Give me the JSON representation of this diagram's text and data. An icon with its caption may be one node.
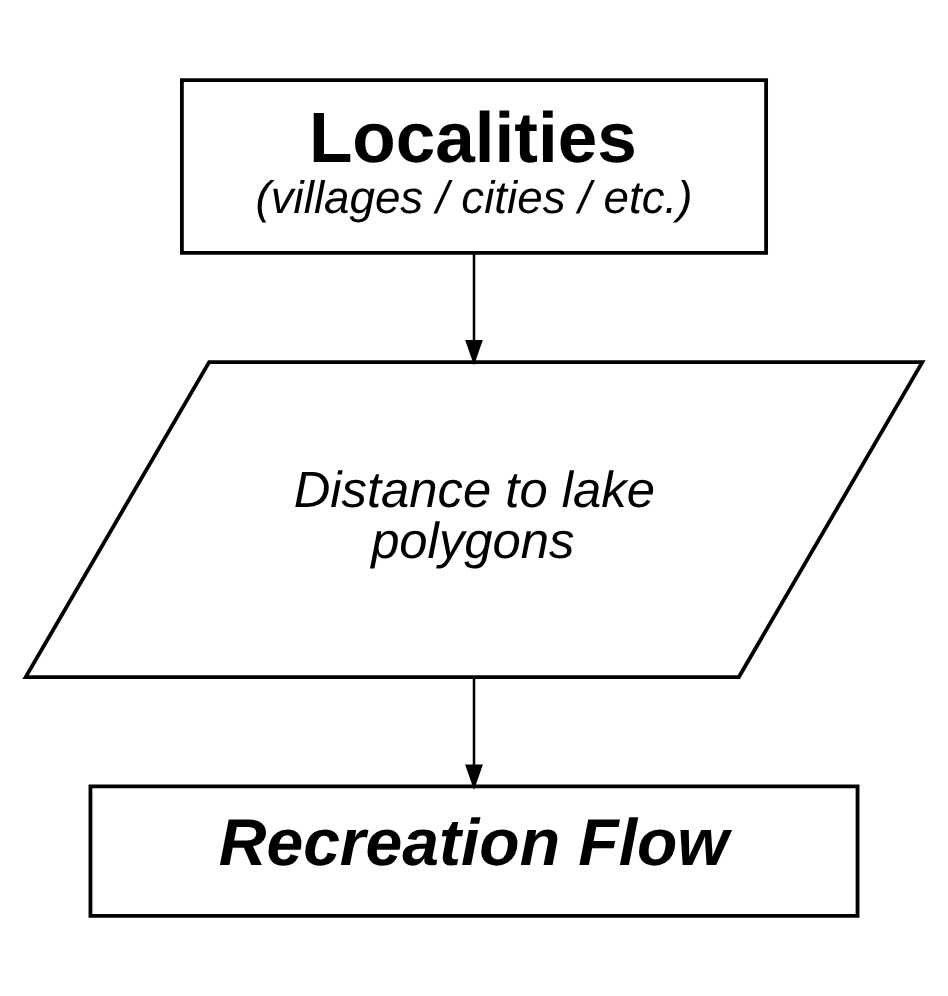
{
  "diagram": {
    "nodes": [
      {
        "text": [
          "Localities",
          "(villages / cities / etc.)"
        ]
      },
      {
        "text": [
          "Distance to lake polygons"
        ]
      },
      {
        "text": [
          "Recreation Flow"
        ]
      }
    ],
    "edges": [
      {
        "from": 0,
        "to": 1,
        "arrow": "to"
      },
      {
        "from": 1,
        "to": 2,
        "arrow": "to"
      }
    ]
  }
}
